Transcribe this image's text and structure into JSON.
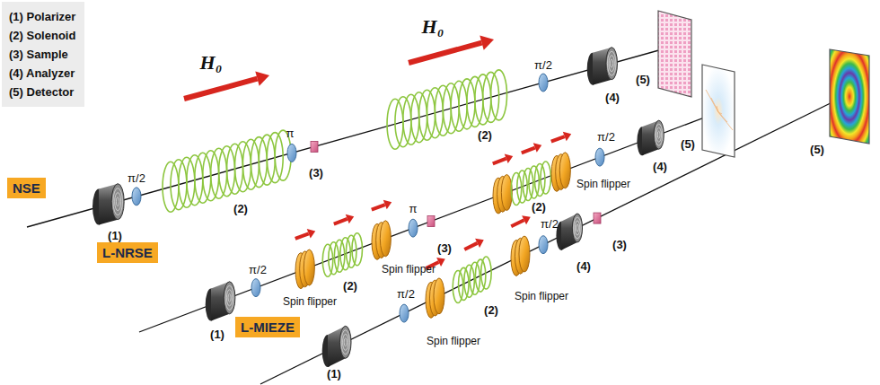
{
  "diagram": {
    "nodes": [
      {
        "text": [
          "NSE"
        ]
      },
      {
        "text": [
          "L-NRSE"
        ]
      },
      {
        "text": [
          "L-MIEZE"
        ]
      }
    ],
    "labels": [
      "(1)",
      "π/2",
      "H₀",
      "(2)",
      "π",
      "(3)",
      "H₀",
      "π/2",
      "(2)",
      "(4)",
      "(5)",
      "(1)",
      "π/2",
      "Spin flipper",
      "(2)",
      "Spin flipper",
      "π",
      "(3)",
      "(2)",
      "Spin flipper",
      "π/2",
      "(4)",
      "(5)",
      "(1)",
      "π/2",
      "Spin flipper",
      "(2)",
      "Spin flipper",
      "π/2",
      "(4)",
      "(3)",
      "(5)"
    ],
    "legend": [
      {
        "text": "(1) Polarizer"
      },
      {
        "text": "(2) Solenoid"
      },
      {
        "text": "(3) Sample"
      },
      {
        "text": "(4) Analyzer"
      },
      {
        "text": "(5) Detector"
      }
    ]
  }
}
